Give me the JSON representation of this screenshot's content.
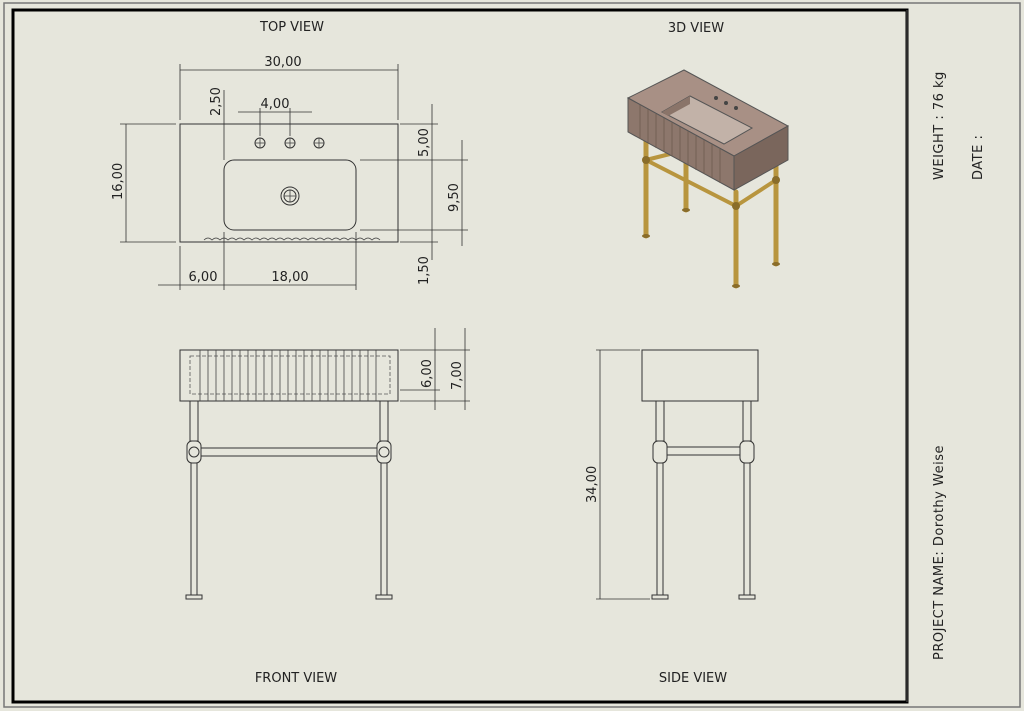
{
  "views": {
    "top": "TOP VIEW",
    "iso": "3D VIEW",
    "front": "FRONT VIEW",
    "side": "SIDE VIEW"
  },
  "dimensions": {
    "top_width": "30,00",
    "faucet_offset": "2,50",
    "faucet_spacing": "4,00",
    "depth": "16,00",
    "back_to_bowl": "5,00",
    "bowl_depth": "9,50",
    "front_lip": "1,50",
    "left_margin": "6,00",
    "bowl_width": "18,00",
    "apron_inner": "6,00",
    "apron_height": "7,00",
    "overall_height": "34,00"
  },
  "title_block": {
    "weight": "WEIGHT :  76 kg",
    "date": "DATE :",
    "project": "PROJECT NAME: Dorothy Weise"
  },
  "colors": {
    "paper": "#e6e6dc",
    "stone": "#9a8478",
    "brass": "#b8953e"
  }
}
